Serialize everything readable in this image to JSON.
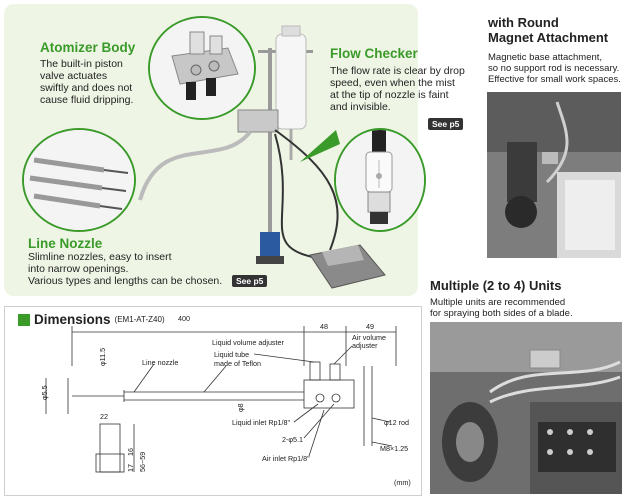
{
  "atomizer": {
    "title": "Atomizer Body",
    "text_lines": [
      "The built-in piston",
      "valve actuates",
      "swiftly and does not",
      "cause fluid dripping."
    ]
  },
  "flow_checker": {
    "title": "Flow Checker",
    "text_lines": [
      "The flow rate is clear by drop",
      "speed, even when the mist",
      "at the tip of nozzle is faint",
      "and invisible."
    ],
    "see_label": "See p5"
  },
  "line_nozzle": {
    "title": "Line Nozzle",
    "text_lines": [
      "Slimline nozzles, easy to insert",
      "into narrow openings.",
      "Various types and lengths can be chosen."
    ],
    "see_label": "See p5"
  },
  "round_magnet": {
    "title_lines": [
      "with Round",
      "Magnet Attachment"
    ],
    "text_lines": [
      "Magnetic base attachment,",
      "so no support rod is necessary.",
      "Effective for small work spaces."
    ]
  },
  "multiple_units": {
    "title": "Multiple (2 to 4) Units",
    "text_lines": [
      "Multiple units are recommended",
      "for spraying both sides of a blade."
    ]
  },
  "dimensions": {
    "title": "Dimensions",
    "model": "(EM1-AT-Z40)",
    "unit": "(mm)",
    "labels": {
      "d400": "400",
      "d48": "48",
      "d49": "49",
      "d11_5": "φ11.5",
      "d5_5": "φ5.5",
      "d8": "φ8",
      "d22": "22",
      "d17": "17",
      "d16": "16",
      "d56_59": "56~59",
      "line_nozzle": "Line nozzle",
      "liquid_tube_1": "Liquid tube",
      "liquid_tube_2": "made of Teflon",
      "liquid_volume_adjuster": "Liquid volume adjuster",
      "air_volume_1": "Air volume",
      "air_volume_2": "adjuster",
      "liquid_inlet": "Liquid inlet Rp1/8\"",
      "d2_5_1": "2-φ5.1",
      "air_inlet": "Air inlet Rp1/8\"",
      "rod": "φ12 rod",
      "m8": "M8×1.25"
    }
  },
  "colors": {
    "accent_green": "#3a9a2a",
    "panel_bg": "#eef5e4",
    "badge_bg": "#333333"
  }
}
